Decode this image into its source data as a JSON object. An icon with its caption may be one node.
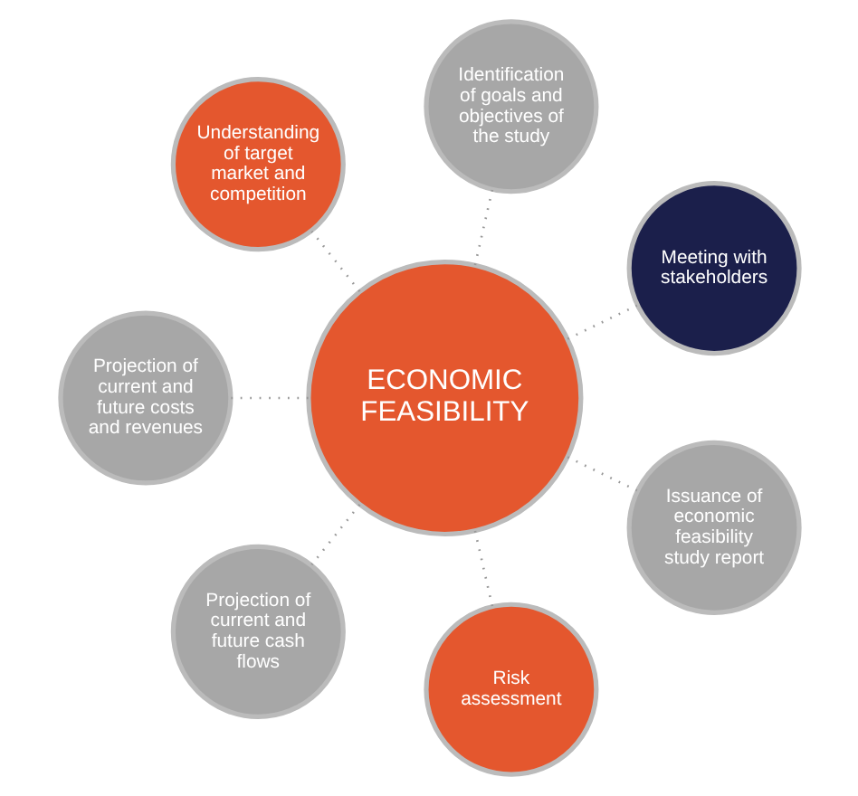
{
  "diagram": {
    "nodes": [
      {
        "text": [
          "ECONOMIC FEASIBILITY"
        ]
      },
      {
        "text": [
          "Meeting with stakeholders"
        ]
      },
      {
        "text": [
          "Identification of goals and objectives of the study"
        ]
      },
      {
        "text": [
          "Understanding of target market and competition"
        ]
      },
      {
        "text": [
          "Projection of current and future costs and revenues"
        ]
      },
      {
        "text": [
          "Projection of current and future cash flows"
        ]
      },
      {
        "text": [
          "Risk assessment"
        ]
      },
      {
        "text": [
          "Issuance of economic feasibility study report"
        ]
      }
    ],
    "edges": [
      {
        "from": 0,
        "to": 1,
        "arrow": "none",
        "style": "dashed"
      },
      {
        "from": 0,
        "to": 2,
        "arrow": "none",
        "style": "dashed"
      },
      {
        "from": 0,
        "to": 3,
        "arrow": "none",
        "style": "dashed"
      },
      {
        "from": 0,
        "to": 4,
        "arrow": "none",
        "style": "dashed"
      },
      {
        "from": 0,
        "to": 5,
        "arrow": "none",
        "style": "dashed"
      },
      {
        "from": 0,
        "to": 6,
        "arrow": "none",
        "style": "dashed"
      },
      {
        "from": 0,
        "to": 7,
        "arrow": "none",
        "style": "dashed"
      }
    ]
  }
}
